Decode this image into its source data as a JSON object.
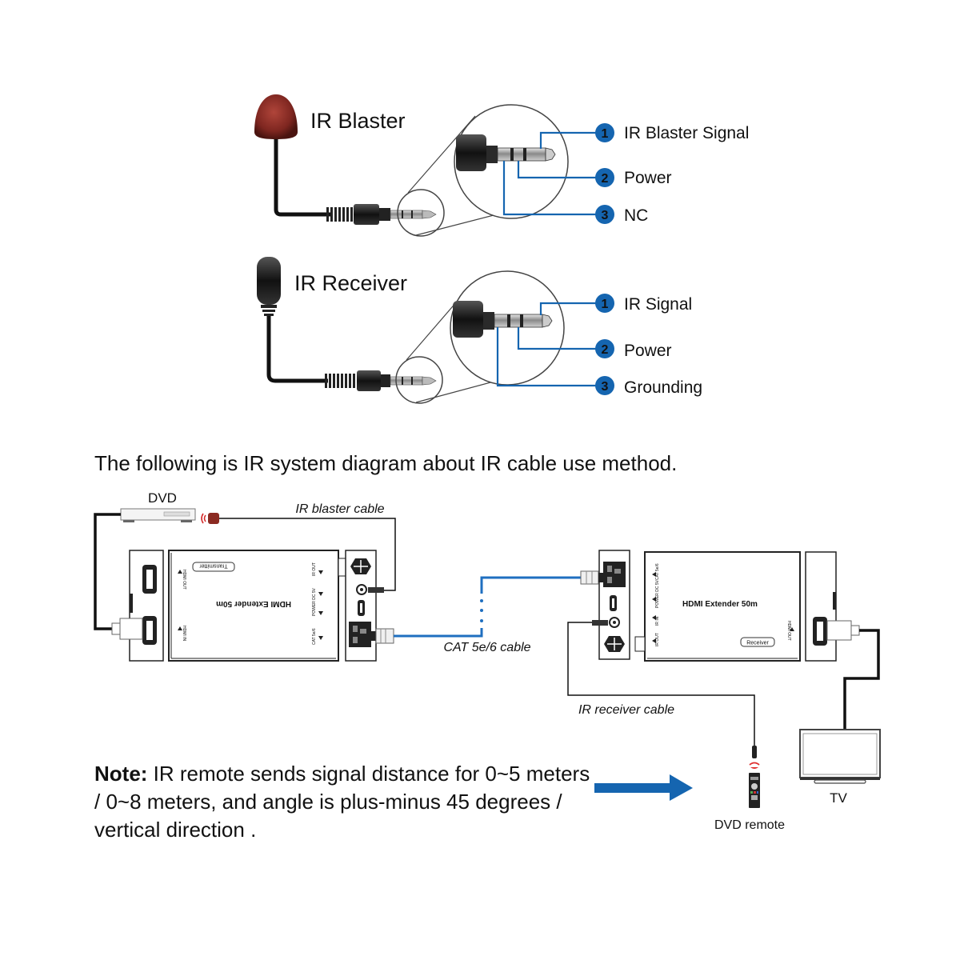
{
  "ir_blaster": {
    "title": "IR Blaster",
    "pins": [
      {
        "number": "1",
        "label": "IR Blaster Signal"
      },
      {
        "number": "2",
        "label": "Power"
      },
      {
        "number": "3",
        "label": "NC"
      }
    ]
  },
  "ir_receiver": {
    "title": "IR Receiver",
    "pins": [
      {
        "number": "1",
        "label": "IR Signal"
      },
      {
        "number": "2",
        "label": "Power"
      },
      {
        "number": "3",
        "label": "Grounding"
      }
    ]
  },
  "intro_text": "The following is IR system diagram about IR cable use method.",
  "system": {
    "dvd_label": "DVD",
    "ir_blaster_cable_label": "IR blaster cable",
    "cat_cable_label": "CAT 5e/6 cable",
    "ir_receiver_cable_label": "IR receiver cable",
    "transmitter": {
      "product_name": "HDMI Extender 50m",
      "badge": "Transmitter",
      "port_labels": [
        "HDMI OUT",
        "HDMI IN",
        "IR OUT",
        "POWER DC 5V",
        "IR IN",
        "CAT 5e/6"
      ]
    },
    "receiver": {
      "product_name": "HDMI Extender 50m",
      "badge": "Receiver",
      "port_labels": [
        "CAT 5e/6",
        "POWER DC 5V",
        "IR IN",
        "IR OUT",
        "HDMI OUT"
      ]
    },
    "tv_label": "TV",
    "remote_label": "DVD remote"
  },
  "note": {
    "prefix": "Note:",
    "text": " IR remote sends signal distance for 0~5 meters / 0~8 meters, and angle is plus-minus 45 degrees / vertical direction ."
  },
  "colors": {
    "accent_blue": "#1565b0",
    "cable_blue": "#1f6fc0",
    "blaster_red": "#8b2a22",
    "ink": "#111111"
  }
}
